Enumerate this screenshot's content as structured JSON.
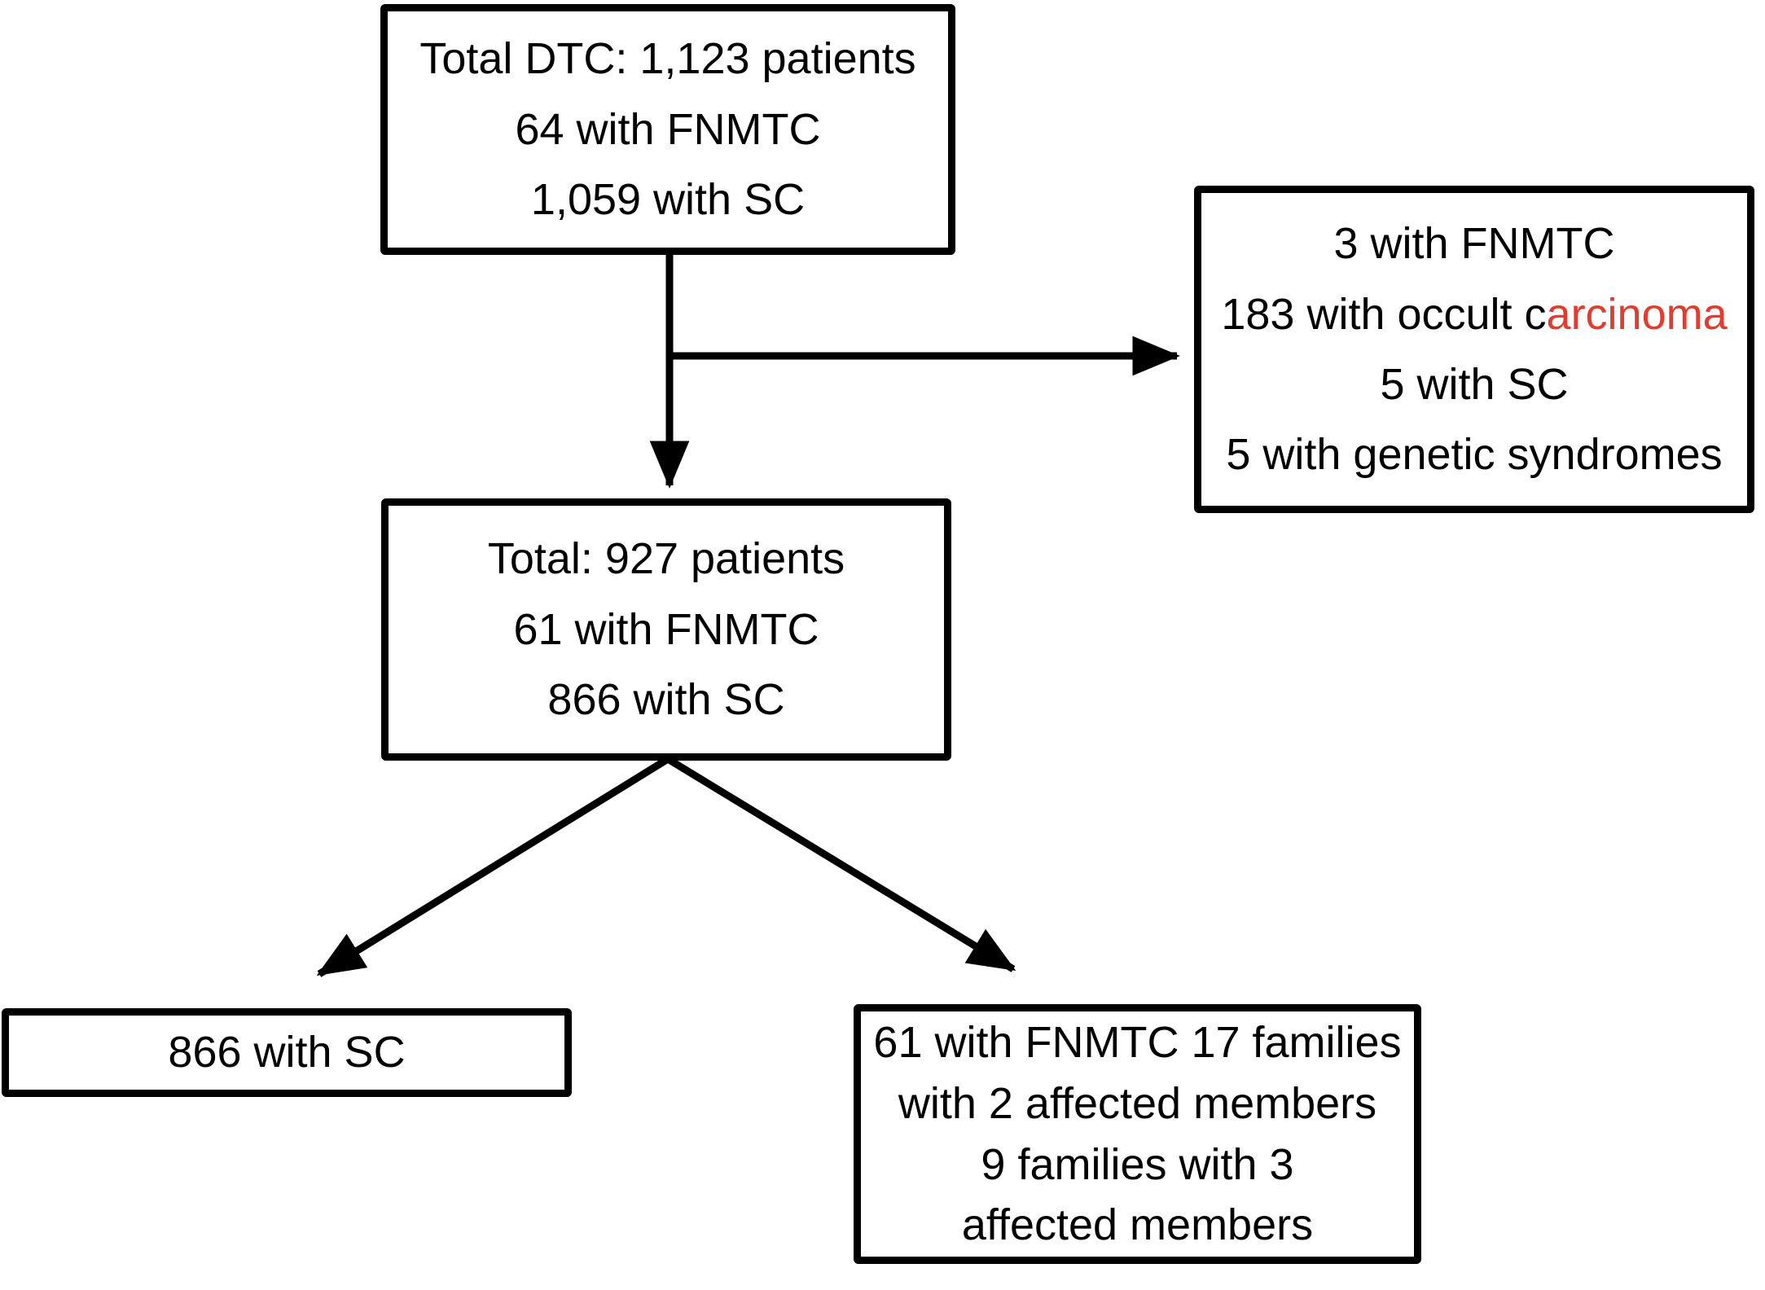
{
  "colors": {
    "line": "#000000",
    "text": "#000000",
    "highlight": "#e23b2f",
    "background": "#ffffff"
  },
  "boxes": {
    "total_dtc": {
      "lines": [
        "Total DTC: 1,123 patients",
        "64 with FNMTC",
        "1,059 with SC"
      ]
    },
    "exclusions": {
      "line1": "3 with FNMTC",
      "line2_prefix": "183 with occult c",
      "line2_highlight": "arcinoma",
      "line3": "5 with SC",
      "line4": "5 with genetic syndromes"
    },
    "total_included": {
      "lines": [
        "Total: 927 patients",
        "61 with FNMTC",
        "866 with SC"
      ]
    },
    "sc_group": {
      "lines": [
        "866 with SC"
      ]
    },
    "fnmtc_group": {
      "lines": [
        "61 with FNMTC 17 families",
        "with 2 affected members",
        "9 families with 3",
        "affected members"
      ]
    }
  },
  "connections": [
    {
      "from": "total_dtc",
      "to": "total_included",
      "style": "vertical-arrow"
    },
    {
      "from": "total_dtc",
      "to": "exclusions",
      "style": "horizontal-branch-arrow"
    },
    {
      "from": "total_included",
      "to": "sc_group",
      "style": "diagonal-arrow"
    },
    {
      "from": "total_included",
      "to": "fnmtc_group",
      "style": "diagonal-arrow"
    }
  ]
}
